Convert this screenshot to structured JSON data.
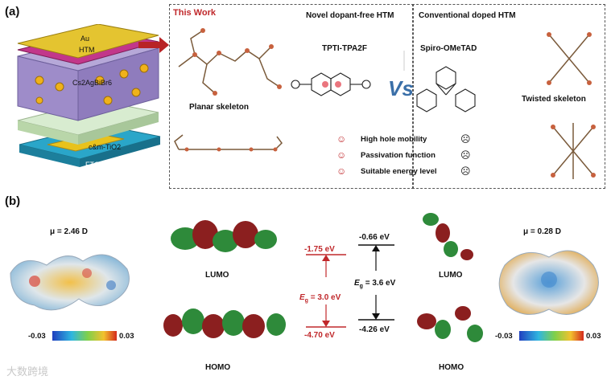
{
  "panel_a": {
    "label": "(a)",
    "device_layers": [
      "Au",
      "HTM",
      "Cs2AgBiBr6",
      "c&m-TiO2",
      "FTO"
    ],
    "this_work": "This Work",
    "novel_title": "Novel dopant-free HTM",
    "novel_name": "TPTI-TPA2F",
    "planar_label": "Planar skeleton",
    "conventional_title": "Conventional doped HTM",
    "conventional_name": "Spiro-OMeTAD",
    "vs_label": "Vs",
    "twisted_label": "Twisted skeleton",
    "advantages": [
      "High hole mobility",
      "Passivation function",
      "Suitable energy level"
    ]
  },
  "panel_b": {
    "label": "(b)",
    "left_mu": "μ = 2.46 D",
    "right_mu": "μ = 0.28 D",
    "scale_left_min": "-0.03",
    "scale_left_max": "0.03",
    "scale_right_min": "-0.03",
    "scale_right_max": "0.03",
    "lumo_left": "LUMO",
    "homo_left": "HOMO",
    "lumo_right": "LUMO",
    "homo_right": "HOMO",
    "tpti_lumo_ev": "-1.75 eV",
    "tpti_homo_ev": "-4.70 eV",
    "tpti_eg": "= 3.0 eV",
    "spiro_lumo_ev": "-0.66 eV",
    "spiro_homo_ev": "-4.26 eV",
    "spiro_eg": "= 3.6 eV",
    "eg_symbol": "E",
    "eg_sub": "g"
  },
  "watermark": "大数跨境",
  "colors": {
    "accent_red": "#c0282b",
    "dark_red": "#8e1c1f",
    "green": "#2e7d32"
  }
}
